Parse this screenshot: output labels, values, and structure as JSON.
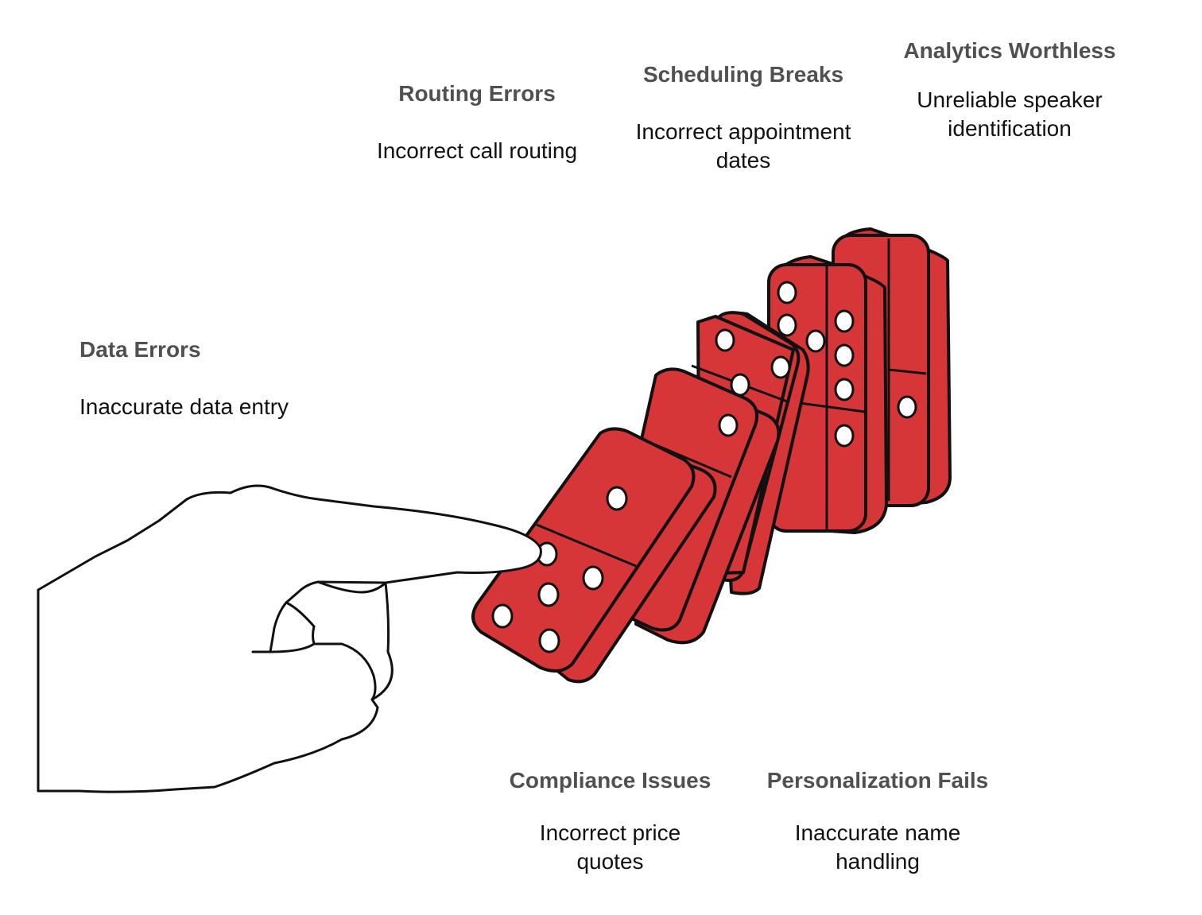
{
  "colors": {
    "domino_fill": "#d63638",
    "outline": "#111111",
    "pip": "#ffffff",
    "title_text": "#505050",
    "body_text": "#111111"
  },
  "effects": [
    {
      "id": "data-errors",
      "title": "Data Errors",
      "description": "Inaccurate data entry"
    },
    {
      "id": "routing-errors",
      "title": "Routing Errors",
      "description": "Incorrect call routing"
    },
    {
      "id": "scheduling-breaks",
      "title": "Scheduling Breaks",
      "description": "Incorrect appointment dates"
    },
    {
      "id": "analytics-worthless",
      "title": "Analytics Worthless",
      "description": "Unreliable speaker identification"
    },
    {
      "id": "compliance-issues",
      "title": "Compliance Issues",
      "description": "Incorrect price quotes"
    },
    {
      "id": "personalization-fails",
      "title": "Personalization Fails",
      "description": "Inaccurate name handling"
    }
  ],
  "illustration": {
    "hand_icon": "pointing-hand-icon",
    "domino_icon": "domino-icon",
    "domino_count": 5
  }
}
